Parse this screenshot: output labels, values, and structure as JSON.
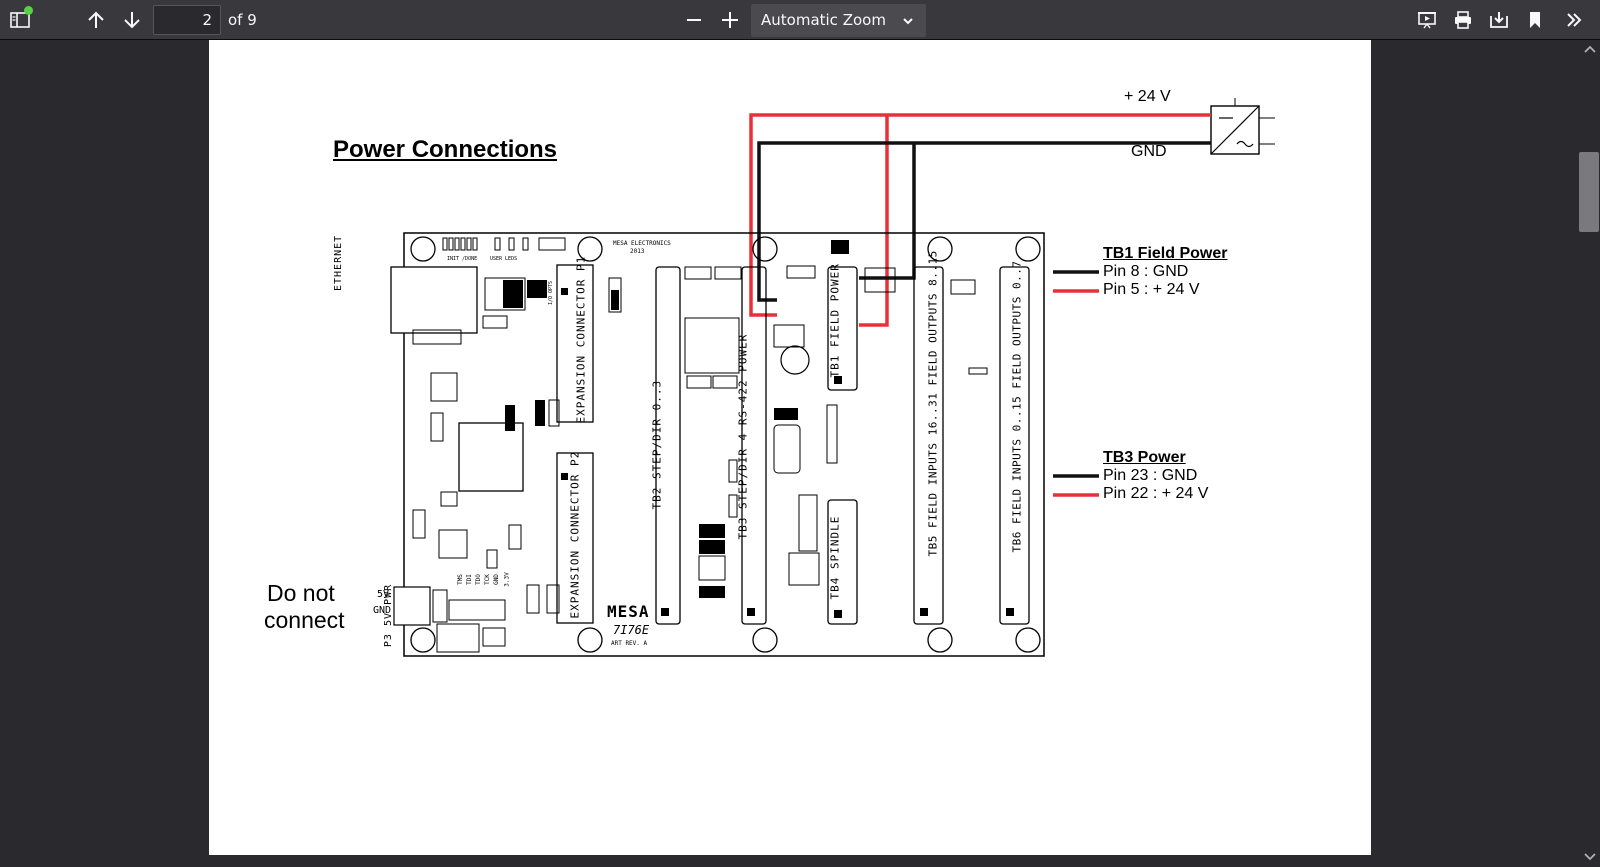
{
  "toolbar": {
    "page_number": "2",
    "page_count_label": "of 9",
    "zoom_value": "Automatic Zoom",
    "icons": {
      "sidebar": "sidebar-toggle-icon",
      "prev": "arrow-up-icon",
      "next": "arrow-down-icon",
      "zoom_out": "minus-icon",
      "zoom_in": "plus-icon",
      "presentation": "presentation-icon",
      "print": "printer-icon",
      "save": "download-icon",
      "bookmark": "bookmark-icon",
      "more": "double-chevron-right-icon"
    },
    "notification_color": "#57d047"
  },
  "document": {
    "title": "Power Connections",
    "supply_positive": "+ 24 V",
    "supply_ground": "GND",
    "tb1": {
      "heading": "TB1 Field Power",
      "pin_gnd": "Pin 8 : GND",
      "pin_pos": "Pin 5 : + 24 V"
    },
    "tb3": {
      "heading": "TB3 Power",
      "pin_gnd": "Pin 23 : GND",
      "pin_pos": "Pin 22 : + 24 V"
    },
    "note_line1": "Do not",
    "note_line2": "connect",
    "board": {
      "ethernet": "ETHERNET",
      "p3_label": "P3 5V PWR",
      "p3_5v": "5V",
      "p3_gnd": "GND",
      "exp_p1": "EXPANSION CONNECTOR P1",
      "exp_p2": "EXPANSION CONNECTOR P2",
      "tb2": "TB2 STEP/DIR 0..3",
      "tb3": "TB3 STEP/DIR 4 RS-422 POWER",
      "tb1": "TB1 FIELD POWER",
      "tb4": "TB4 SPINDLE",
      "tb5": "TB5 FIELD INPUTS 16..31 FIELD OUTPUTS 8..15",
      "tb6": "TB6 FIELD INPUTS 0..15 FIELD OUTPUTS 0..7",
      "maker": "MESA ELECTRONICS",
      "year": "2013",
      "logo": "MESA",
      "model": "7I76E",
      "art_rev": "ART REV. A",
      "user_leds": "USER LEDS",
      "init_done": "INIT /DONE",
      "io_opts": "I/O OPTS",
      "jtag": [
        "TMS",
        "TDI",
        "TDO",
        "TCK",
        "GND",
        "3.3V"
      ]
    },
    "colors": {
      "positive_wire": "#e8303a",
      "ground_wire": "#111111"
    }
  }
}
